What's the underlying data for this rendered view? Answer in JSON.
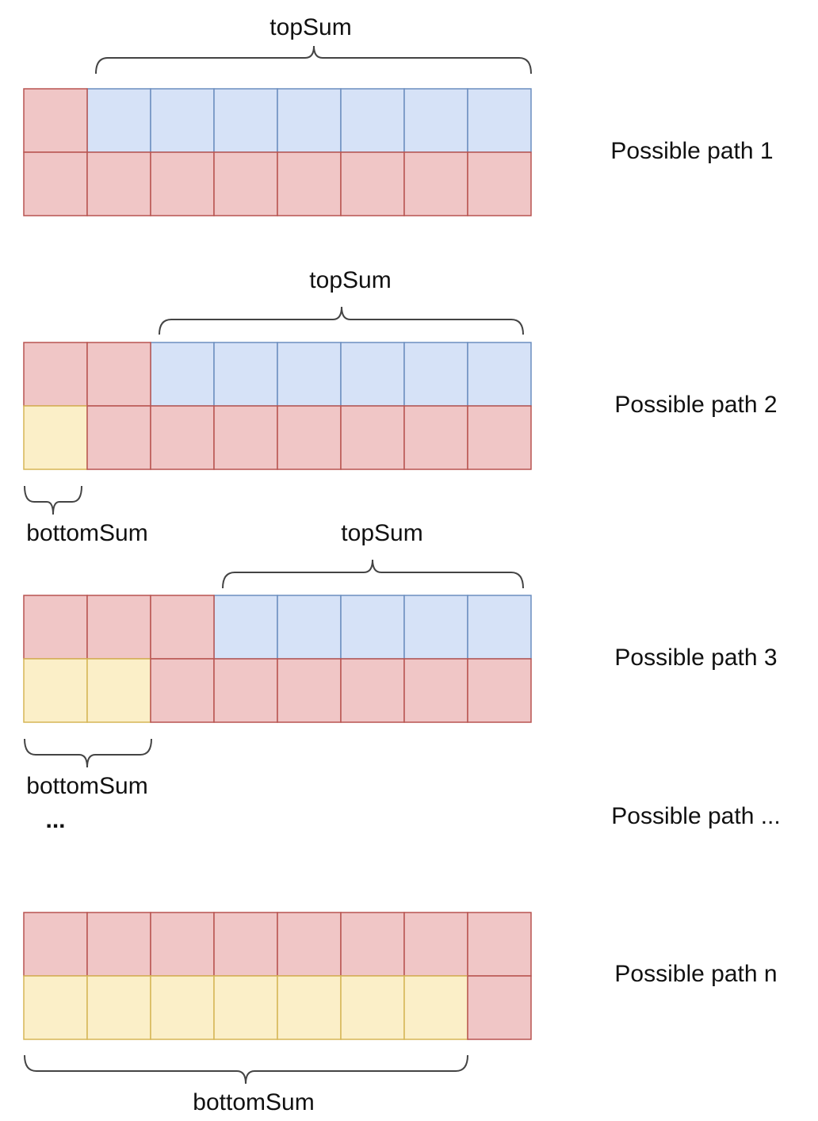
{
  "colors": {
    "red_fill": "#f0c6c6",
    "red_stroke": "#b85450",
    "blue_fill": "#d6e2f7",
    "blue_stroke": "#6c8ebf",
    "yellow_fill": "#fbefc8",
    "yellow_stroke": "#d6b656",
    "brace": "#444444",
    "text": "#111111"
  },
  "paths": [
    {
      "label": "Possible path 1",
      "top_row": [
        "red",
        "blue",
        "blue",
        "blue",
        "blue",
        "blue",
        "blue",
        "blue"
      ],
      "bottom_row": [
        "red",
        "red",
        "red",
        "red",
        "red",
        "red",
        "red",
        "red"
      ],
      "top_sum_label": "topSum",
      "bottom_sum_label": ""
    },
    {
      "label": "Possible path 2",
      "top_row": [
        "red",
        "red",
        "blue",
        "blue",
        "blue",
        "blue",
        "blue",
        "blue"
      ],
      "bottom_row": [
        "yellow",
        "red",
        "red",
        "red",
        "red",
        "red",
        "red",
        "red"
      ],
      "top_sum_label": "topSum",
      "bottom_sum_label": "bottomSum"
    },
    {
      "label": "Possible path 3",
      "top_row": [
        "red",
        "red",
        "red",
        "blue",
        "blue",
        "blue",
        "blue",
        "blue"
      ],
      "bottom_row": [
        "yellow",
        "yellow",
        "red",
        "red",
        "red",
        "red",
        "red",
        "red"
      ],
      "top_sum_label": "topSum",
      "bottom_sum_label": "bottomSum"
    },
    {
      "label": "Possible path n",
      "top_row": [
        "red",
        "red",
        "red",
        "red",
        "red",
        "red",
        "red",
        "red"
      ],
      "bottom_row": [
        "yellow",
        "yellow",
        "yellow",
        "yellow",
        "yellow",
        "yellow",
        "yellow",
        "red"
      ],
      "top_sum_label": "",
      "bottom_sum_label": "bottomSum"
    }
  ],
  "ellipsis": {
    "dots": "...",
    "label": "Possible path ..."
  }
}
